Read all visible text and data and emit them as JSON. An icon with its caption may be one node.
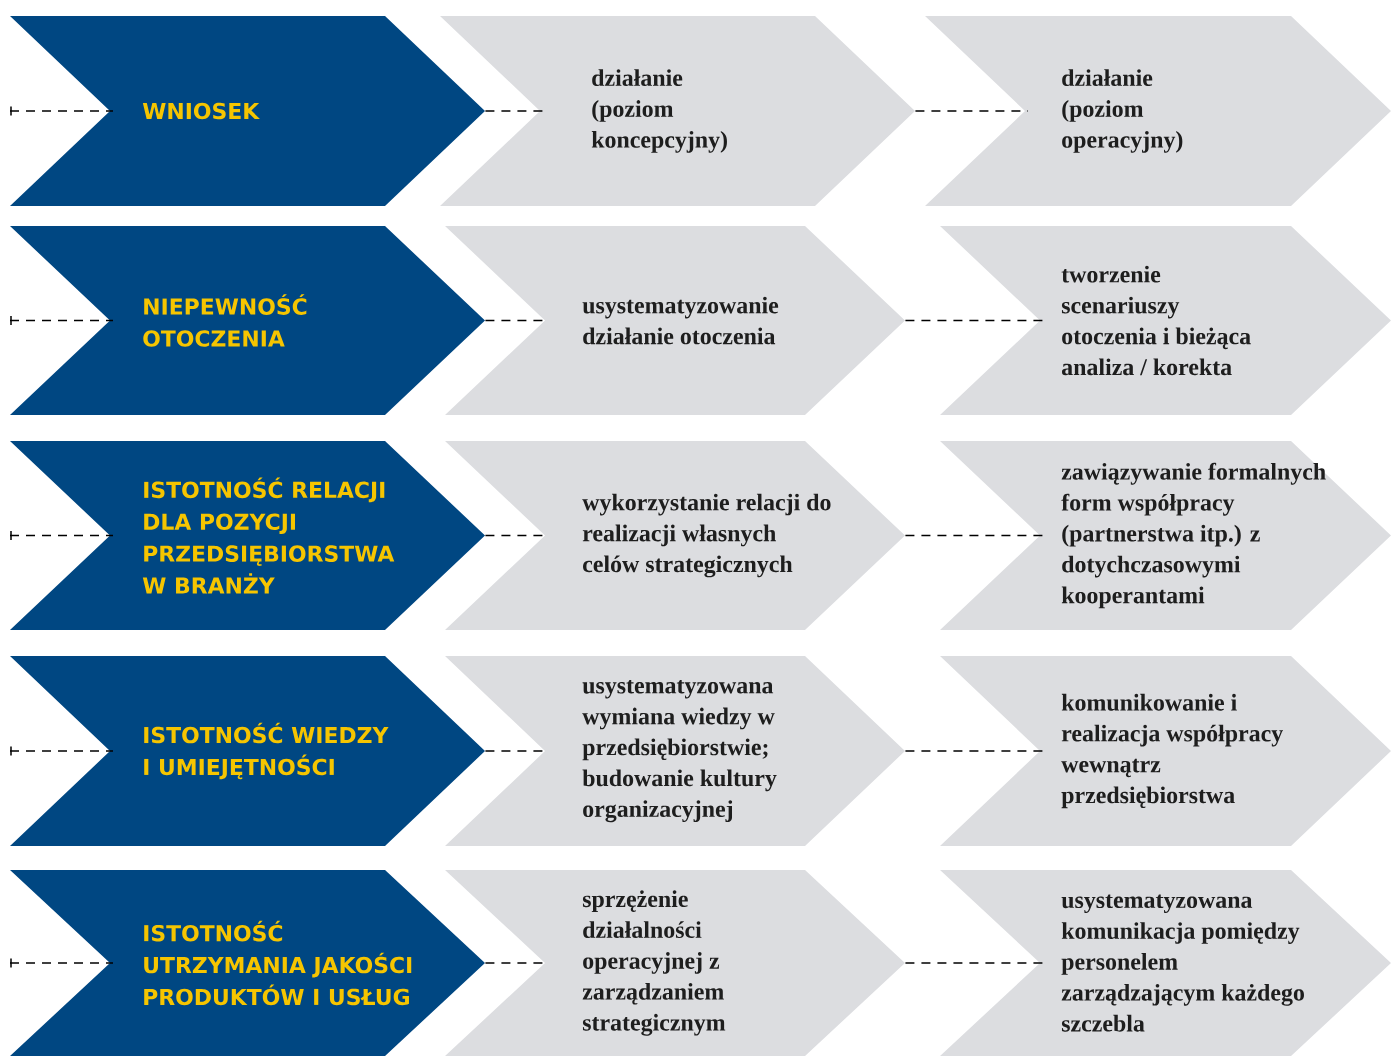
{
  "diagram": {
    "nodes": [
      {
        "text": [
          "WNIOSEK"
        ]
      },
      {
        "text": [
          "działanie (poziom koncepcyjny)"
        ]
      },
      {
        "text": [
          "działanie (poziom operacyjny)"
        ]
      },
      {
        "text": [
          "NIEPEWNOŚĆ OTOCZENIA"
        ]
      },
      {
        "text": [
          "usystematyzowanie działanie otoczenia"
        ]
      },
      {
        "text": [
          "tworzenie scenariuszy otoczenia i bieżąca analiza / korekta"
        ]
      },
      {
        "text": [
          "ISTOTNOŚĆ RELACJI DLA POZYCJI PRZEDSIĘBIORSTWA W BRANŻY"
        ]
      },
      {
        "text": [
          "wykorzystanie relacji do realizacji własnych celów strategicznych"
        ]
      },
      {
        "text": [
          "zawiązywanie formalnych form współpracy (partnerstwa itp.) z dotychczasowymi kooperantami"
        ]
      },
      {
        "text": [
          "ISTOTNOŚĆ WIEDZY I UMIEJĘTNOŚCI"
        ]
      },
      {
        "text": [
          "usystematyzowana wymiana wiedzy w przedsiębiorstwie; budowanie kultury organizacyjnej"
        ]
      },
      {
        "text": [
          "komunikowanie i realizacja współpracy wewnątrz przedsiębiorstwa"
        ]
      },
      {
        "text": [
          "ISTOTNOŚĆ UTRZYMANIA JAKOŚCI PRODUKTÓW I USŁUG"
        ]
      },
      {
        "text": [
          "sprzężenie działalności operacyjnej z zarządzaniem strategicznym"
        ]
      },
      {
        "text": [
          "usystematyzowana komunikacja pomiędzy personelem zarządzającym każdego szczebla"
        ]
      }
    ],
    "edges": [
      {
        "from": null,
        "to": 0,
        "arrow": "none",
        "style": "dashed"
      },
      {
        "from": 0,
        "to": 1,
        "arrow": "none",
        "style": "dashed"
      },
      {
        "from": 1,
        "to": 2,
        "arrow": "none",
        "style": "dashed"
      },
      {
        "from": null,
        "to": 3,
        "arrow": "none",
        "style": "dashed"
      },
      {
        "from": 3,
        "to": 4,
        "arrow": "none",
        "style": "dashed"
      },
      {
        "from": 4,
        "to": 5,
        "arrow": "none",
        "style": "dashed"
      },
      {
        "from": null,
        "to": 6,
        "arrow": "none",
        "style": "dashed"
      },
      {
        "from": 6,
        "to": 7,
        "arrow": "none",
        "style": "dashed"
      },
      {
        "from": 7,
        "to": 8,
        "arrow": "none",
        "style": "dashed"
      },
      {
        "from": null,
        "to": 9,
        "arrow": "none",
        "style": "dashed"
      },
      {
        "from": 9,
        "to": 10,
        "arrow": "none",
        "style": "dashed"
      },
      {
        "from": 10,
        "to": 11,
        "arrow": "none",
        "style": "dashed"
      },
      {
        "from": null,
        "to": 12,
        "arrow": "none",
        "style": "dashed"
      },
      {
        "from": 12,
        "to": 13,
        "arrow": "none",
        "style": "dashed"
      },
      {
        "from": 13,
        "to": 14,
        "arrow": "none",
        "style": "dashed"
      }
    ]
  }
}
